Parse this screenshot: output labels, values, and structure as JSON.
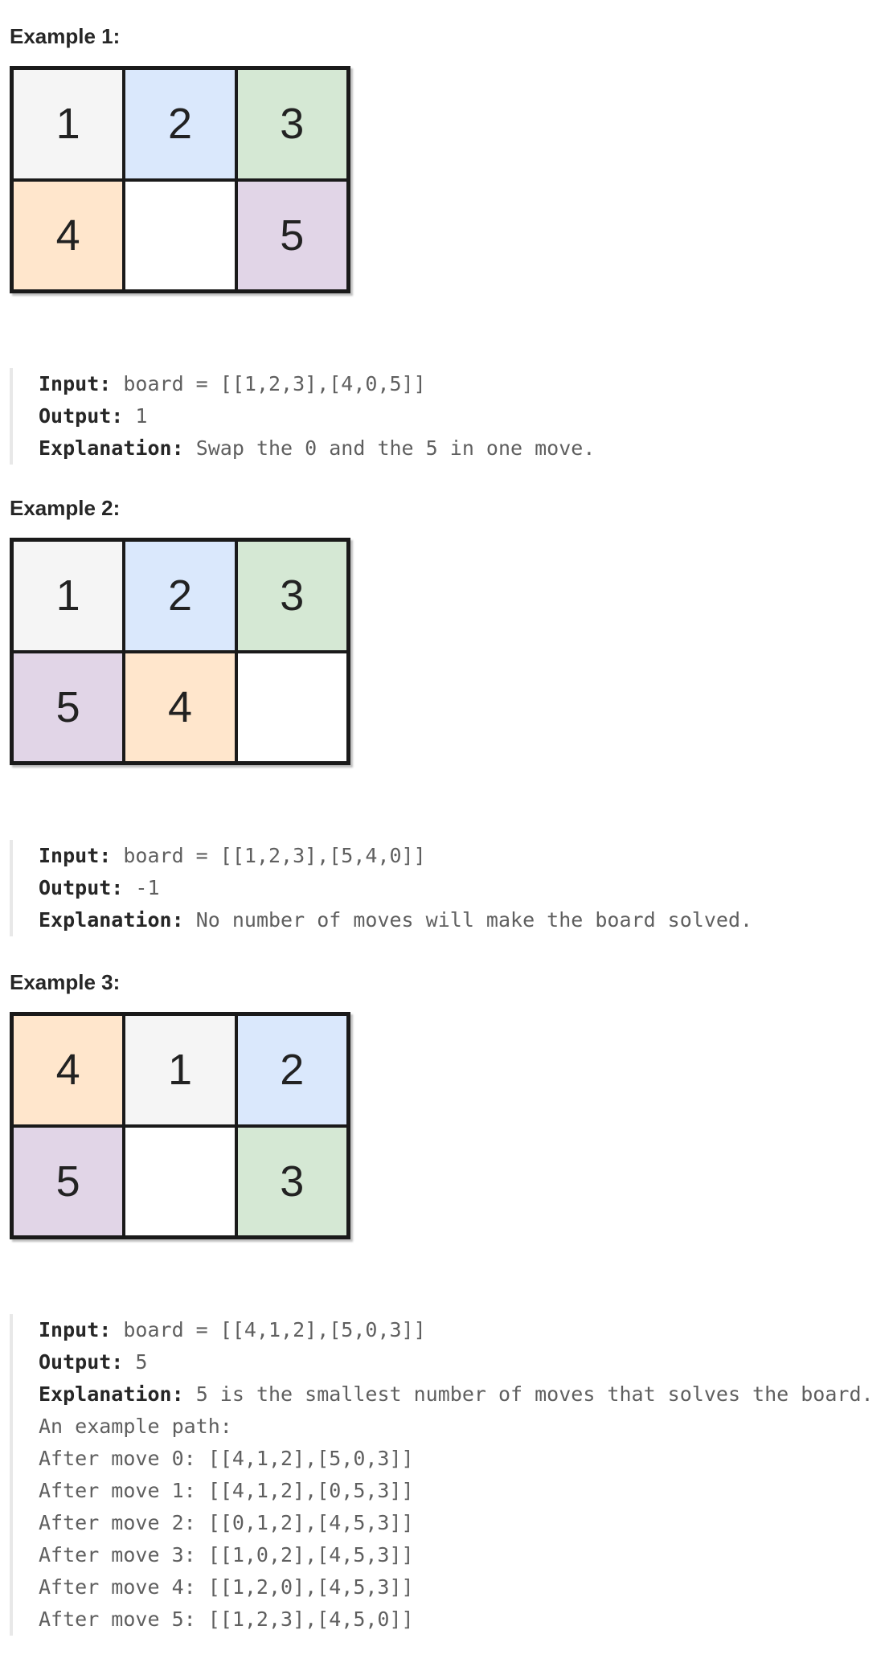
{
  "colors": {
    "1": "#f5f5f5",
    "2": "#dae8fc",
    "3": "#d5e8d4",
    "4": "#ffe6cc",
    "5": "#e1d5e7",
    "0": "#ffffff"
  },
  "labels": {
    "input": "Input:",
    "output": "Output:",
    "explanation": "Explanation:"
  },
  "examples": [
    {
      "title": "Example 1:",
      "board": [
        [
          1,
          2,
          3
        ],
        [
          4,
          0,
          5
        ]
      ],
      "input": "board = [[1,2,3],[4,0,5]]",
      "output": "1",
      "explanation": "Swap the 0 and the 5 in one move.",
      "extra": []
    },
    {
      "title": "Example 2:",
      "board": [
        [
          1,
          2,
          3
        ],
        [
          5,
          4,
          0
        ]
      ],
      "input": "board = [[1,2,3],[5,4,0]]",
      "output": "-1",
      "explanation": "No number of moves will make the board solved.",
      "extra": []
    },
    {
      "title": "Example 3:",
      "board": [
        [
          4,
          1,
          2
        ],
        [
          5,
          0,
          3
        ]
      ],
      "input": "board = [[4,1,2],[5,0,3]]",
      "output": "5",
      "explanation": "5 is the smallest number of moves that solves the board.",
      "extra": [
        "An example path:",
        "After move 0: [[4,1,2],[5,0,3]]",
        "After move 1: [[4,1,2],[0,5,3]]",
        "After move 2: [[0,1,2],[4,5,3]]",
        "After move 3: [[1,0,2],[4,5,3]]",
        "After move 4: [[1,2,0],[4,5,3]]",
        "After move 5: [[1,2,3],[4,5,0]]"
      ]
    }
  ]
}
